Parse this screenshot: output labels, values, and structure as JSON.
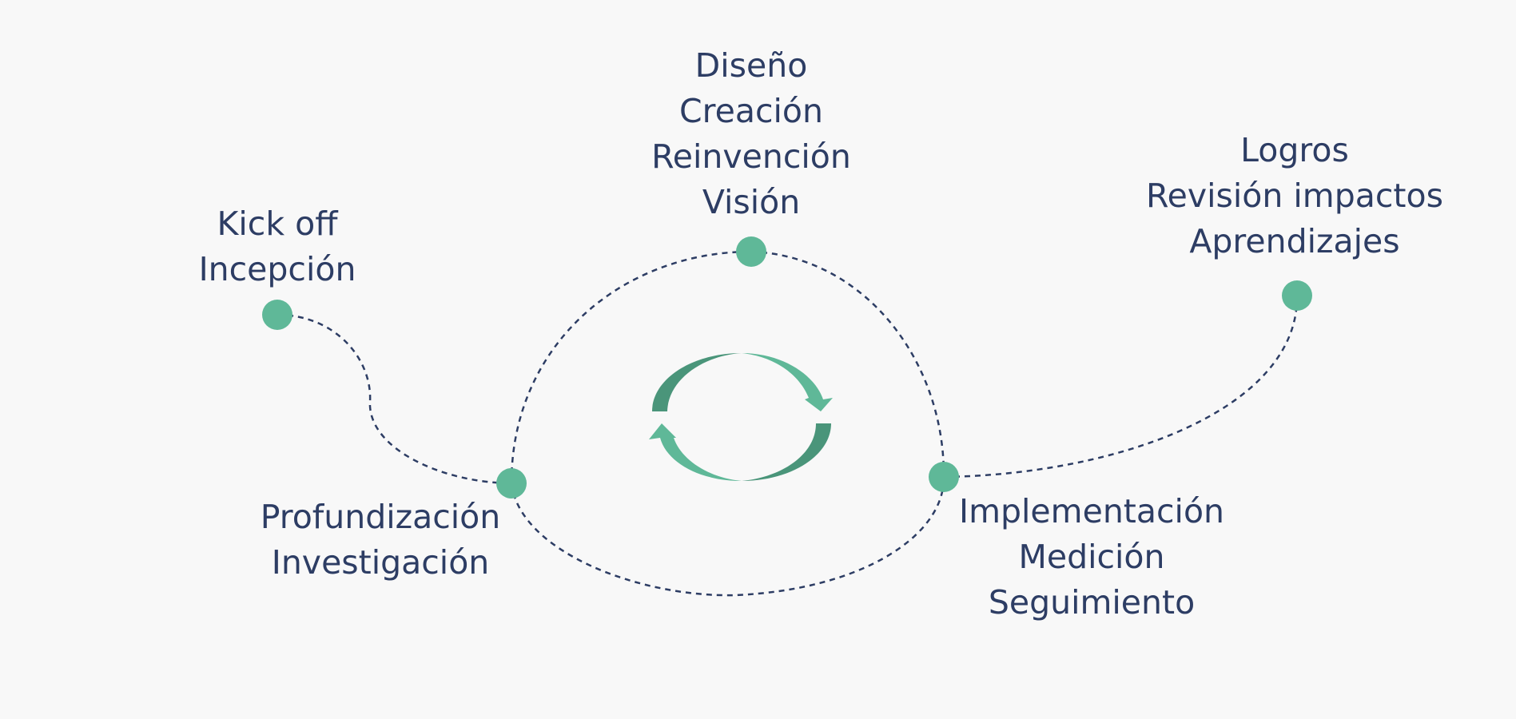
{
  "colors": {
    "background": "#f8f8f8",
    "text": "#2d3d64",
    "node": "#5fb898",
    "path": "#2d3d64",
    "cycle_dark": "#4a957a",
    "cycle_light": "#5fb898"
  },
  "icons": {
    "center": "cycle-arrows-icon",
    "node": "circle-node"
  },
  "stages": [
    {
      "id": "kickoff",
      "lines": [
        "Kick off",
        "Incepción"
      ]
    },
    {
      "id": "profundizacion",
      "lines": [
        "Profundización",
        "Investigación"
      ]
    },
    {
      "id": "diseno",
      "lines": [
        "Diseño",
        "Creación",
        "Reinvención",
        "Visión"
      ]
    },
    {
      "id": "implementacion",
      "lines": [
        "Implementación",
        "Medición",
        "Seguimiento"
      ]
    },
    {
      "id": "logros",
      "lines": [
        "Logros",
        "Revisión impactos",
        "Aprendizajes"
      ]
    }
  ]
}
